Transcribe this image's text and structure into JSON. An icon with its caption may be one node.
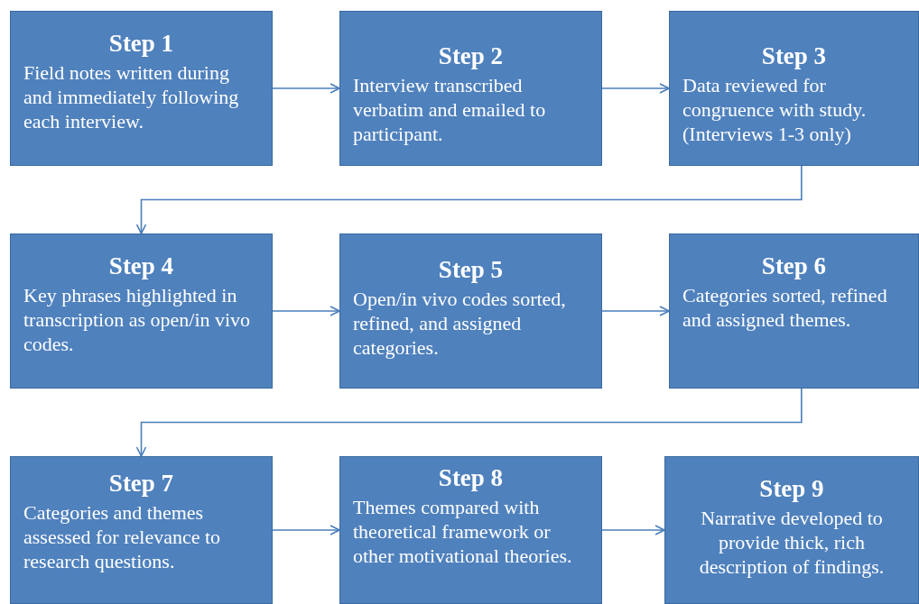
{
  "diagram": {
    "nodes": [
      {
        "text": [
          "Step 1",
          "Field notes written during and immediately following each interview."
        ]
      },
      {
        "text": [
          "Step 2",
          "Interview transcribed verbatim and emailed to participant."
        ]
      },
      {
        "text": [
          "Step 3",
          "Data reviewed for congruence with study. (Interviews 1-3 only)"
        ]
      },
      {
        "text": [
          "Step 4",
          "Key phrases highlighted in transcription as open/in vivo codes."
        ]
      },
      {
        "text": [
          "Step 5",
          "Open/in vivo codes sorted, refined,  and assigned categories."
        ]
      },
      {
        "text": [
          "Step 6",
          "Categories sorted, refined and assigned themes."
        ]
      },
      {
        "text": [
          "Step 7",
          "Categories and themes assessed for relevance to research questions."
        ]
      },
      {
        "text": [
          "Step 8",
          "Themes compared with theoretical framework or other motivational theories."
        ]
      },
      {
        "text": [
          "Step 9",
          "Narrative developed to provide thick, rich description of findings."
        ]
      }
    ],
    "edges": [
      {
        "from": 0,
        "to": 1,
        "arrow": "to"
      },
      {
        "from": 1,
        "to": 2,
        "arrow": "to"
      },
      {
        "from": 2,
        "to": 3,
        "arrow": "to"
      },
      {
        "from": 3,
        "to": 4,
        "arrow": "to"
      },
      {
        "from": 4,
        "to": 5,
        "arrow": "to"
      },
      {
        "from": 5,
        "to": 6,
        "arrow": "to"
      },
      {
        "from": 6,
        "to": 7,
        "arrow": "to"
      },
      {
        "from": 7,
        "to": 8,
        "arrow": "to"
      }
    ]
  }
}
